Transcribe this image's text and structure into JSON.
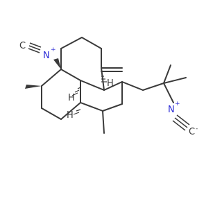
{
  "molecule": {
    "atoms": {
      "isocyano_left": {
        "n_label": "N",
        "n_charge": "+",
        "c_label": "C",
        "c_charge": "-"
      },
      "isocyano_right": {
        "n_label": "N",
        "n_charge": "+",
        "c_label": "C",
        "c_charge": "-"
      },
      "stereo_h": [
        {
          "label": "H"
        },
        {
          "label": "H"
        },
        {
          "label": "H"
        }
      ]
    },
    "colors": {
      "bond": "#3a3a3a",
      "nitrogen": "#2b2bd6",
      "carbon_label": "#3a3a3a",
      "hydrogen": "#3a3a3a",
      "background": "#ffffff"
    }
  }
}
